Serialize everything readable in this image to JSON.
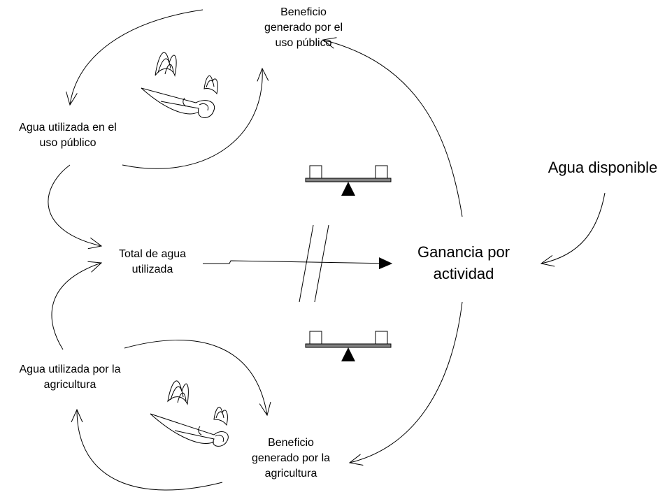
{
  "nodes": {
    "benefit_public": {
      "lines": [
        "Beneficio",
        "generado por el",
        "uso público"
      ]
    },
    "water_public": {
      "lines": [
        "Agua utilizada en el",
        "uso público"
      ]
    },
    "total_water": {
      "lines": [
        "Total de agua",
        "utilizada"
      ]
    },
    "water_agri": {
      "lines": [
        "Agua utilizada por la",
        "agricultura"
      ]
    },
    "benefit_agri": {
      "lines": [
        "Beneficio",
        "generado por la",
        "agricultura"
      ]
    },
    "gain_activity": {
      "lines": [
        "Ganancia por",
        "actividad"
      ]
    },
    "water_available": {
      "lines": [
        "Agua disponible"
      ]
    }
  },
  "links": [
    {
      "from": "gain_activity",
      "to": "benefit_public"
    },
    {
      "from": "benefit_public",
      "to": "water_public"
    },
    {
      "from": "water_public",
      "to": "benefit_public"
    },
    {
      "from": "water_public",
      "to": "total_water"
    },
    {
      "from": "water_agri",
      "to": "total_water"
    },
    {
      "from": "total_water",
      "to": "gain_activity",
      "delay": true
    },
    {
      "from": "water_available",
      "to": "gain_activity"
    },
    {
      "from": "gain_activity",
      "to": "benefit_agri"
    },
    {
      "from": "water_agri",
      "to": "benefit_agri"
    },
    {
      "from": "benefit_agri",
      "to": "water_agri"
    }
  ],
  "icons": [
    {
      "name": "balancing-loop-icon",
      "loop": "top"
    },
    {
      "name": "balancing-loop-icon",
      "loop": "bottom"
    },
    {
      "name": "snail-icon",
      "loop": "public"
    },
    {
      "name": "snail-icon",
      "loop": "agriculture"
    }
  ],
  "colors": {
    "stroke": "#000000",
    "background": "#ffffff",
    "seesaw_beam": "#808080"
  }
}
